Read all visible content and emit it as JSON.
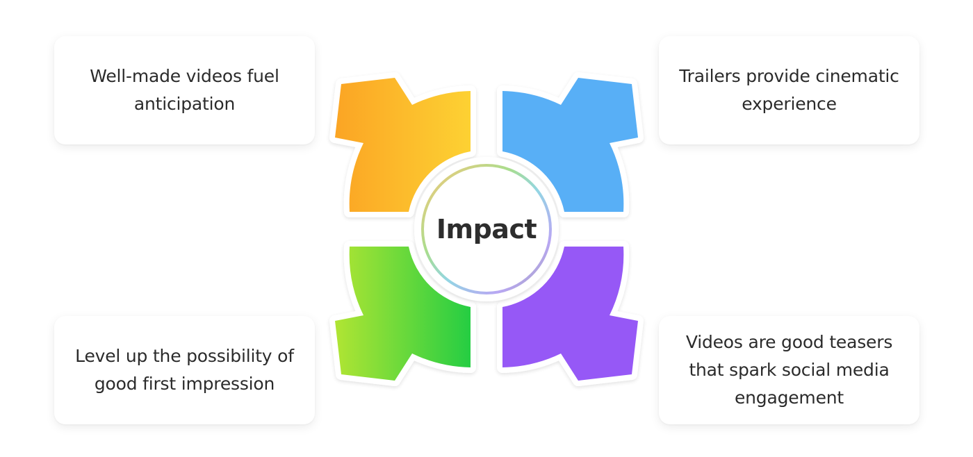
{
  "diagram": {
    "type": "radial-impact",
    "center": {
      "label": "Impact"
    },
    "items": [
      {
        "position": "top-left",
        "text": "Well-made videos fuel anticipation",
        "arrow_direction": "north-west",
        "gradient": [
          "#fba424",
          "#fdd233"
        ]
      },
      {
        "position": "top-right",
        "text": "Trailers provide cinematic experience",
        "arrow_direction": "north-east",
        "gradient": [
          "#58aff6",
          "#4fe8d4"
        ]
      },
      {
        "position": "bottom-left",
        "text": "Level up the possibility of good first impression",
        "arrow_direction": "south-west",
        "gradient": [
          "#a9e433",
          "#23cd43"
        ]
      },
      {
        "position": "bottom-right",
        "text": "Videos are good teasers that spark social media engagement",
        "arrow_direction": "south-east",
        "gradient": [
          "#9b5cf6",
          "#93a0e8"
        ]
      }
    ],
    "ring_gradient": [
      "#f3c96a",
      "#a8df8a",
      "#8fd4e6",
      "#b6a6f2",
      "#9a9a9a"
    ],
    "text_color": "#2b2b2b"
  }
}
